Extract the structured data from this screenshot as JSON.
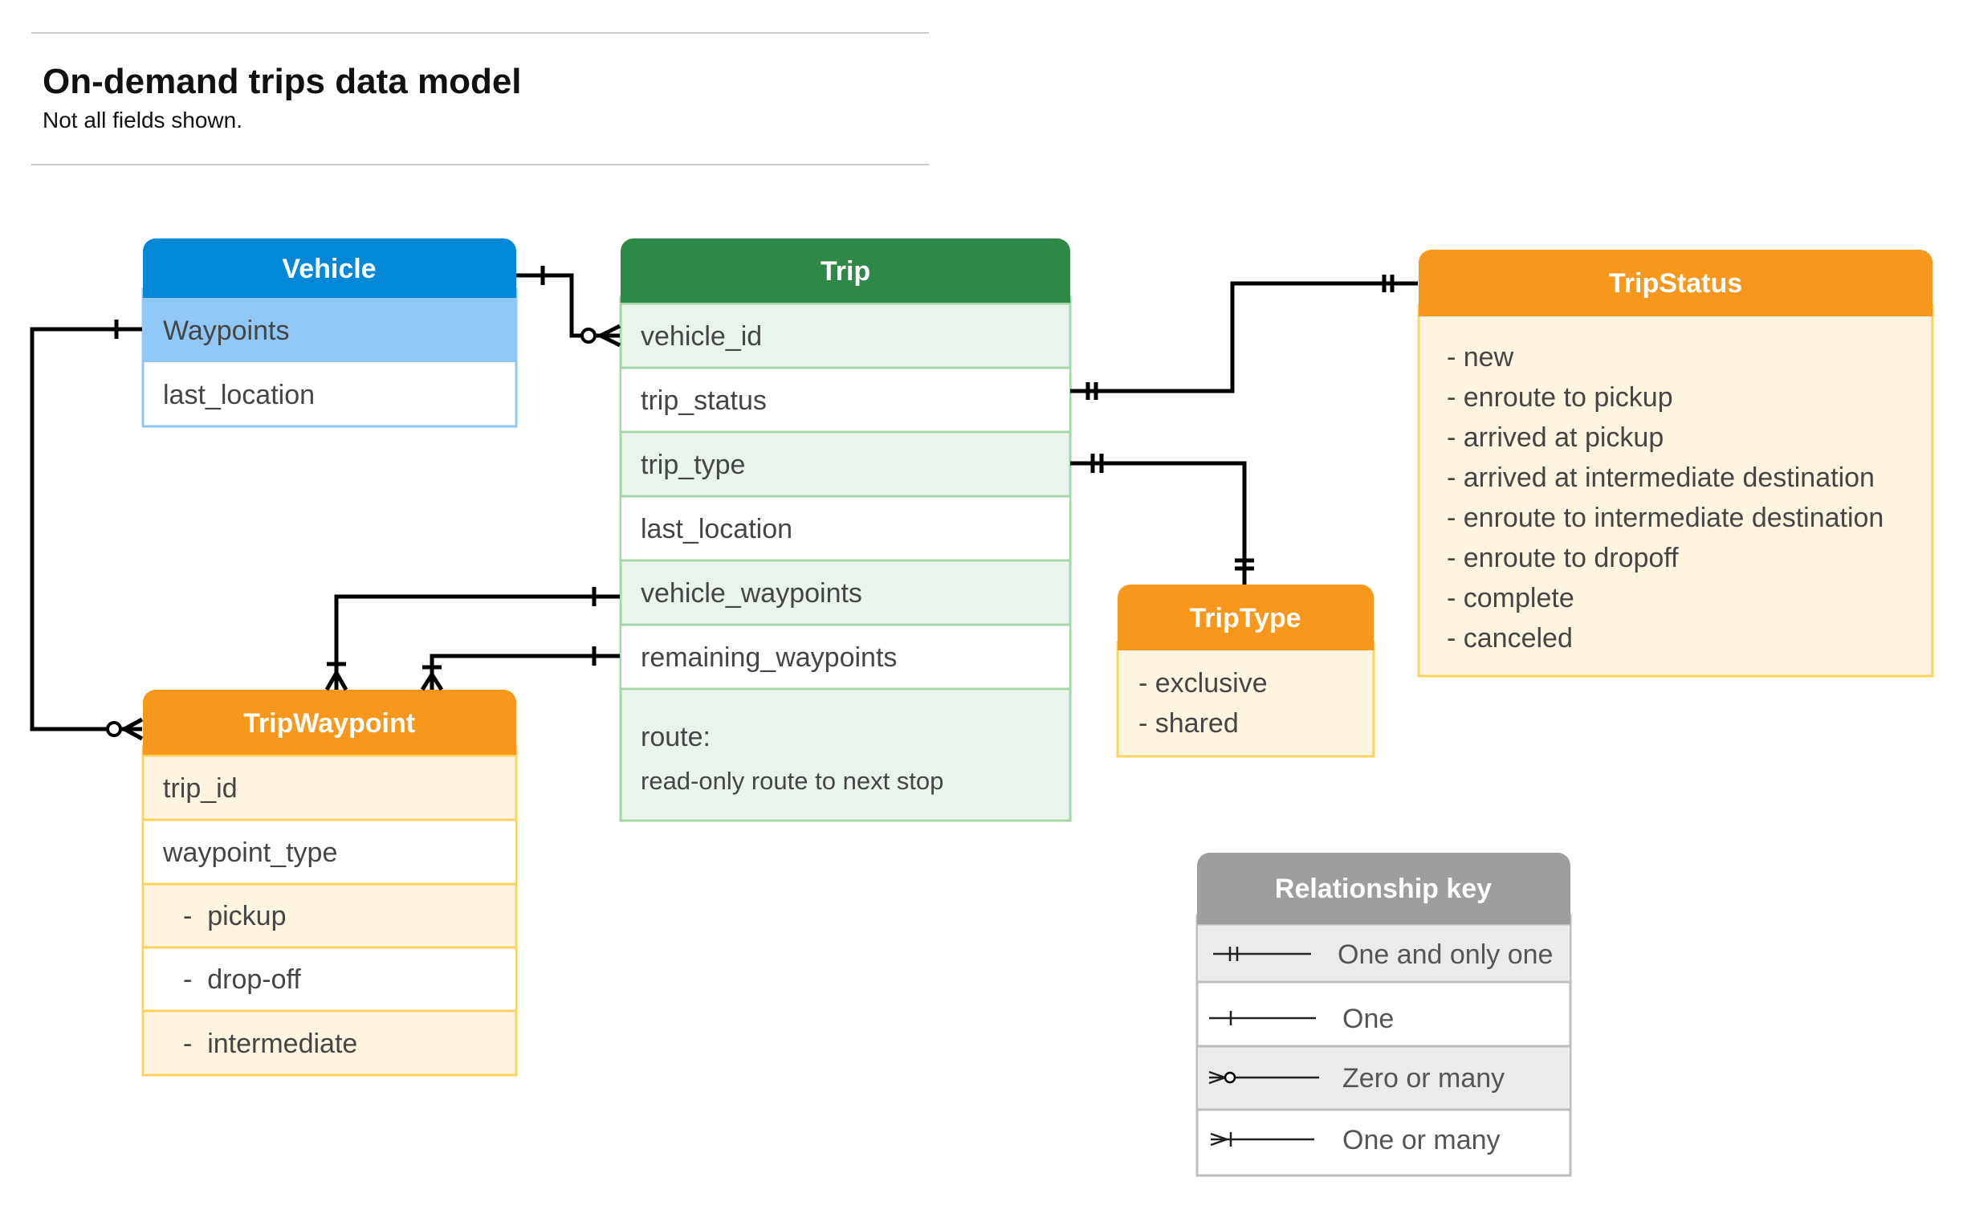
{
  "title": "On-demand trips data model",
  "subtitle": "Not all fields shown.",
  "colors": {
    "vehicle_header": "#0288D6",
    "vehicle_highlight": "#8FC8F6",
    "trip_header": "#2E8847",
    "trip_row": "#E9F5EC",
    "orange_header": "#F7981D",
    "orange_row": "#FEF4E2",
    "key_header": "#9E9E9E",
    "key_row": "#EBEBEB"
  },
  "entities": {
    "vehicle": {
      "title": "Vehicle",
      "fields": [
        "Waypoints",
        "last_location"
      ]
    },
    "trip": {
      "title": "Trip",
      "fields": [
        "vehicle_id",
        "trip_status",
        "trip_type",
        "last_location",
        "vehicle_waypoints",
        "remaining_waypoints"
      ],
      "route_label": "route:",
      "route_desc": "read-only route to next stop"
    },
    "trip_waypoint": {
      "title": "TripWaypoint",
      "fields": [
        "trip_id",
        "waypoint_type",
        "-  pickup",
        "-  drop-off",
        "-  intermediate"
      ]
    },
    "trip_status": {
      "title": "TripStatus",
      "values": [
        "- new",
        "- enroute to pickup",
        "- arrived at pickup",
        "- arrived at intermediate destination",
        "- enroute to intermediate destination",
        "- enroute to dropoff",
        "- complete",
        "- canceled"
      ]
    },
    "trip_type": {
      "title": "TripType",
      "values": [
        "- exclusive",
        "- shared"
      ]
    }
  },
  "relationships": [
    {
      "from": "Vehicle",
      "from_end": "one",
      "to": "Trip.vehicle_id",
      "to_end": "zero-or-many"
    },
    {
      "from": "Vehicle.Waypoints",
      "from_end": "one",
      "to": "TripWaypoint",
      "to_end": "zero-or-many"
    },
    {
      "from": "Trip.vehicle_waypoints",
      "from_end": "one",
      "to": "TripWaypoint",
      "to_end": "one-or-many"
    },
    {
      "from": "Trip.remaining_waypoints",
      "from_end": "one",
      "to": "TripWaypoint",
      "to_end": "one-or-many"
    },
    {
      "from": "Trip.trip_status",
      "from_end": "one-and-only-one",
      "to": "TripStatus",
      "to_end": "one-and-only-one"
    },
    {
      "from": "Trip.trip_type",
      "from_end": "one-and-only-one",
      "to": "TripType",
      "to_end": "one-and-only-one"
    }
  ],
  "key": {
    "title": "Relationship key",
    "items": [
      {
        "label": "One and only one",
        "symbol": "one-and-only-one"
      },
      {
        "label": "One",
        "symbol": "one"
      },
      {
        "label": "Zero or many",
        "symbol": "zero-or-many"
      },
      {
        "label": "One or many",
        "symbol": "one-or-many"
      }
    ]
  }
}
